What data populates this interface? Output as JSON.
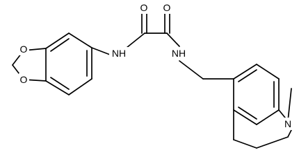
{
  "molecule": {
    "atom_labels": {
      "o_top_left": "O",
      "o_bottom_left": "O",
      "nh_left": "NH",
      "o_carbonyl_left": "O",
      "o_carbonyl_right": "O",
      "nh_right": "NH",
      "n_ring": "N"
    },
    "colors": {
      "bond": "#000000",
      "text": "#000000",
      "background": "#ffffff"
    }
  }
}
